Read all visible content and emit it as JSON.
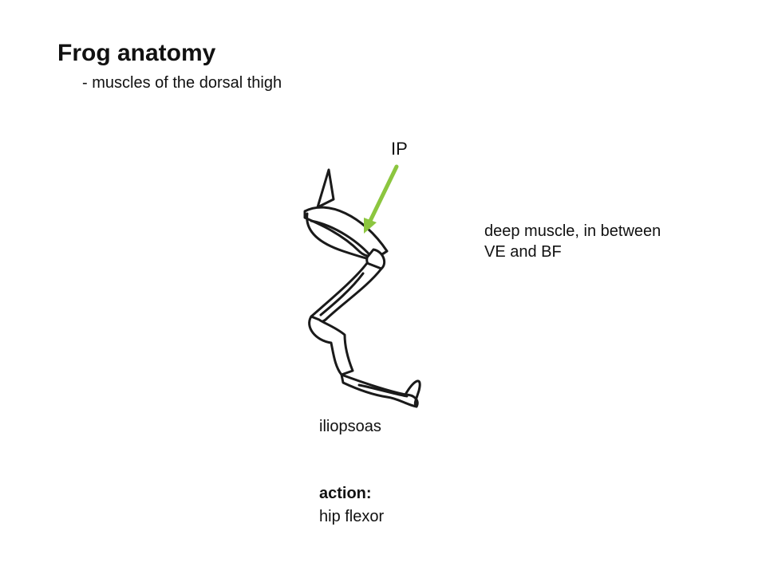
{
  "slide": {
    "title": "Frog anatomy",
    "subtitle": "- muscles of the dorsal thigh"
  },
  "figure": {
    "pointer_label": "IP",
    "arrow_color": "#8cc63f",
    "line_color": "#1a1a1a"
  },
  "description": {
    "line1": "deep muscle, in between",
    "line2": "VE and BF"
  },
  "muscle_name": "iliopsoas",
  "action": {
    "heading": "action:",
    "value": "hip flexor"
  }
}
